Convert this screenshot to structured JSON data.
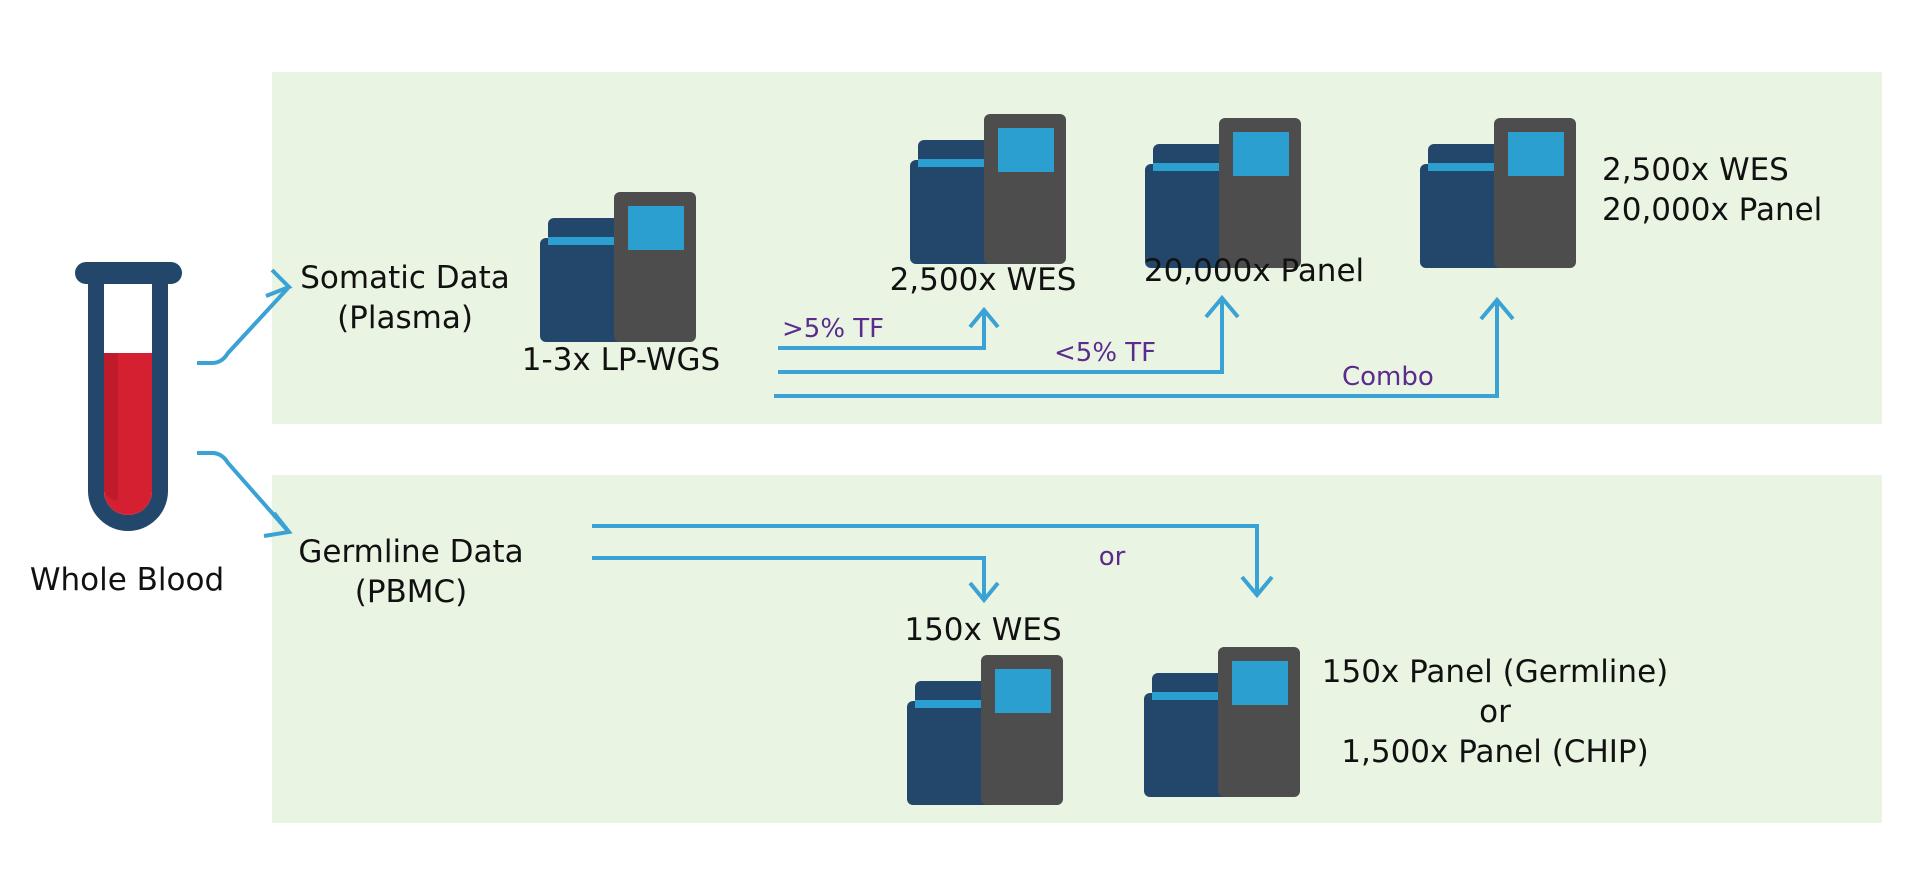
{
  "colors": {
    "panel_background": "#eaf4e3",
    "arrow": "#3aa2d4",
    "label_text": "#111111",
    "condition_text": "#5b2c8c",
    "sequencer_dark_blue": "#22476a",
    "sequencer_accent_blue": "#2b9fd0",
    "sequencer_gray": "#4d4d4d",
    "tube_outline": "#22476a",
    "blood_red": "#d42030"
  },
  "source": {
    "label": "Whole Blood"
  },
  "somatic": {
    "title_line1": "Somatic Data",
    "title_line2": "(Plasma)",
    "lp_wgs_label": "1-3x LP-WGS",
    "wes_label": "2,500x WES",
    "panel_label": "20,000x Panel",
    "combo_label_line1": "2,500x WES",
    "combo_label_line2": "20,000x Panel",
    "conditions": {
      "high_tf": ">5% TF",
      "low_tf": "<5% TF",
      "combo": "Combo"
    }
  },
  "germline": {
    "title_line1": "Germline Data",
    "title_line2": "(PBMC)",
    "wes_label": "150x WES",
    "or_between_paths": "or",
    "panel_label_line1": "150x Panel (Germline)",
    "panel_label_or": "or",
    "panel_label_line3": "1,500x Panel (CHIP)"
  },
  "icons": {
    "blood_tube": "test-tube-icon",
    "sequencer": "sequencer-instrument-icon"
  }
}
